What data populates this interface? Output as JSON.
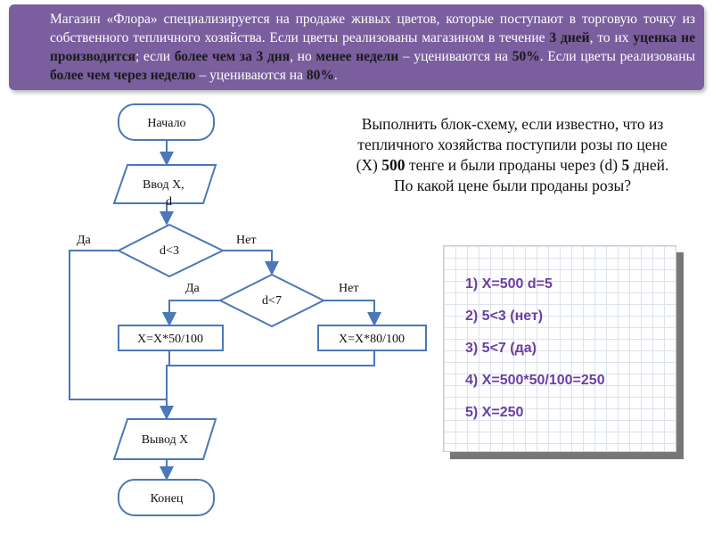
{
  "header": {
    "parts": [
      "Магазин «Флора» специализируется на продаже живых цветов, которые поступают в торговую точку из собственного тепличного хозяйства. Если цветы реализованы магазином в течение ",
      "3 дней",
      ", то их ",
      "уценка не производится",
      "; если ",
      "более чем за 3 дня",
      ", но ",
      "менее недели",
      " – уцениваются на ",
      "50%",
      ". Если цветы реализованы ",
      "более чем через неделю",
      " – уцениваются на ",
      "80%",
      "."
    ]
  },
  "flowchart": {
    "start": "Начало",
    "input": "Ввод X,",
    "input2": "d",
    "cond1": "d<3",
    "cond2": "d<7",
    "yes": "Да",
    "no": "Нет",
    "op1": "X=X*50/100",
    "op2": "X=X*80/100",
    "output": "Вывод X",
    "end": "Конец"
  },
  "task": {
    "line1": "Выполнить блок-схему, если известно, что из",
    "line2": "тепличного хозяйства поступили розы по цене",
    "line3a": "(X) ",
    "line3b": "500",
    "line3c": " тенге и были проданы через (d) ",
    "line3d": "5",
    "line3e": " дней.",
    "line4": "По какой цене были проданы розы?"
  },
  "solution": [
    "1)  X=500  d=5",
    "2)  5<3 (нет)",
    "3)  5<7 (да)",
    "4)  X=500*50/100=250",
    "5)  X=250"
  ]
}
